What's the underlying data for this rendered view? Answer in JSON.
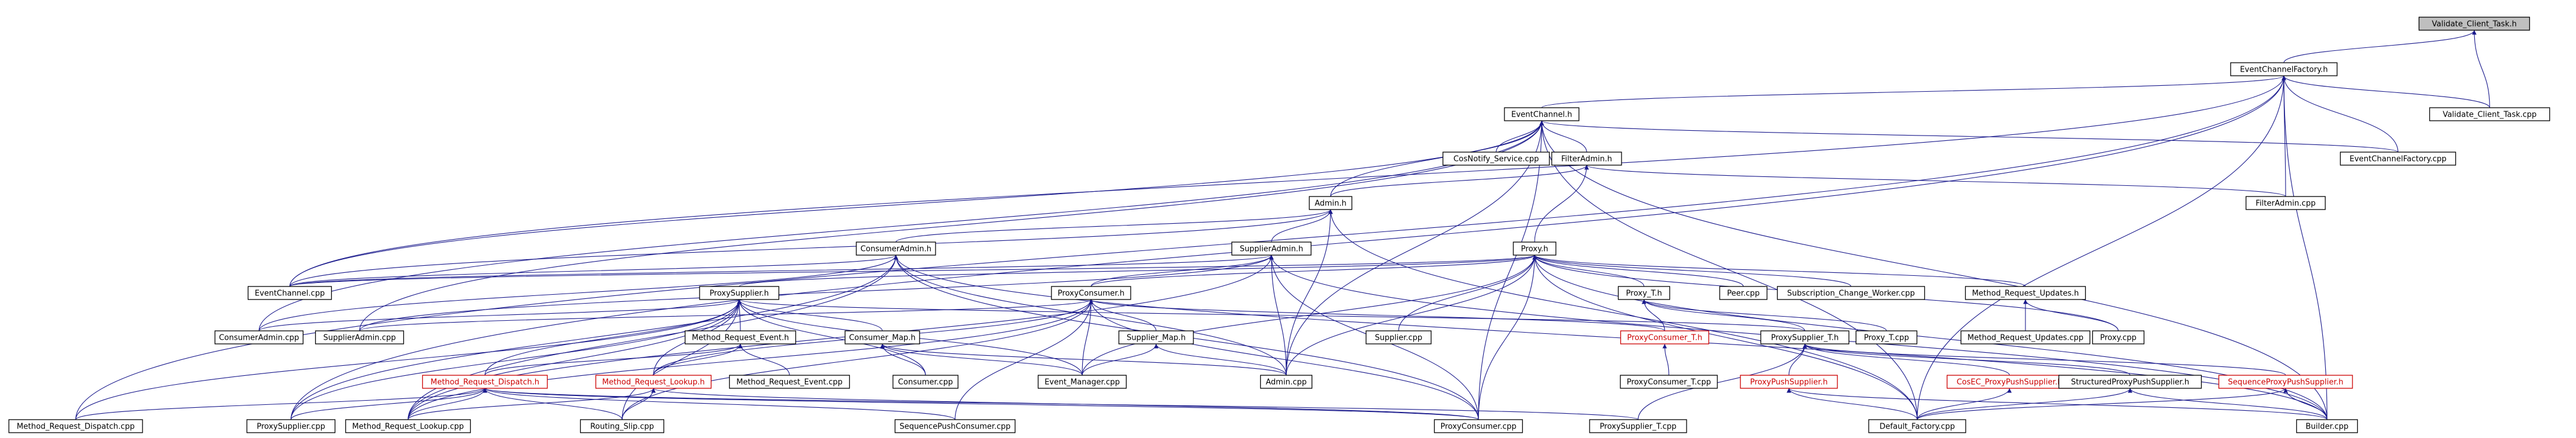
{
  "graph": {
    "nodes": [
      {
        "id": "vct_h",
        "label": "Validate_Client_Task.h",
        "style": "root"
      },
      {
        "id": "ecf_h",
        "label": "EventChannelFactory.h",
        "style": "normal"
      },
      {
        "id": "vct_cpp",
        "label": "Validate_Client_Task.cpp",
        "style": "normal"
      },
      {
        "id": "ec_h",
        "label": "EventChannel.h",
        "style": "normal"
      },
      {
        "id": "ecf_cpp",
        "label": "EventChannelFactory.cpp",
        "style": "normal"
      },
      {
        "id": "cosnotify",
        "label": "CosNotify_Service.cpp",
        "style": "normal"
      },
      {
        "id": "filteradmin_h",
        "label": "FilterAdmin.h",
        "style": "normal"
      },
      {
        "id": "admin_h",
        "label": "Admin.h",
        "style": "normal"
      },
      {
        "id": "filteradmin_cpp",
        "label": "FilterAdmin.cpp",
        "style": "normal"
      },
      {
        "id": "consumeradmin_h",
        "label": "ConsumerAdmin.h",
        "style": "normal"
      },
      {
        "id": "supplieradmin_h",
        "label": "SupplierAdmin.h",
        "style": "normal"
      },
      {
        "id": "proxy_h",
        "label": "Proxy.h",
        "style": "normal"
      },
      {
        "id": "eventchannel_cpp",
        "label": "EventChannel.cpp",
        "style": "normal"
      },
      {
        "id": "proxysupplier_h",
        "label": "ProxySupplier.h",
        "style": "normal"
      },
      {
        "id": "proxyconsumer_h",
        "label": "ProxyConsumer.h",
        "style": "normal"
      },
      {
        "id": "proxy_t_h",
        "label": "Proxy_T.h",
        "style": "normal"
      },
      {
        "id": "peer_cpp",
        "label": "Peer.cpp",
        "style": "normal"
      },
      {
        "id": "subchange",
        "label": "Subscription_Change_Worker.cpp",
        "style": "normal"
      },
      {
        "id": "mru_h",
        "label": "Method_Request_Updates.h",
        "style": "normal"
      },
      {
        "id": "consumeradmin_cpp",
        "label": "ConsumerAdmin.cpp",
        "style": "normal"
      },
      {
        "id": "supplieradmin_cpp",
        "label": "SupplierAdmin.cpp",
        "style": "normal"
      },
      {
        "id": "mre_h",
        "label": "Method_Request_Event.h",
        "style": "normal"
      },
      {
        "id": "consumermap_h",
        "label": "Consumer_Map.h",
        "style": "normal"
      },
      {
        "id": "suppliermap_h",
        "label": "Supplier_Map.h",
        "style": "normal"
      },
      {
        "id": "supplier_cpp",
        "label": "Supplier.cpp",
        "style": "normal"
      },
      {
        "id": "proxyconsumer_t_h",
        "label": "ProxyConsumer_T.h",
        "style": "red"
      },
      {
        "id": "proxysupplier_t_h",
        "label": "ProxySupplier_T.h",
        "style": "normal"
      },
      {
        "id": "proxy_t_cpp",
        "label": "Proxy_T.cpp",
        "style": "normal"
      },
      {
        "id": "mru_cpp",
        "label": "Method_Request_Updates.cpp",
        "style": "normal"
      },
      {
        "id": "proxy_cpp",
        "label": "Proxy.cpp",
        "style": "normal"
      },
      {
        "id": "mrd_h",
        "label": "Method_Request_Dispatch.h",
        "style": "red"
      },
      {
        "id": "mrl_h",
        "label": "Method_Request_Lookup.h",
        "style": "red"
      },
      {
        "id": "mre_cpp",
        "label": "Method_Request_Event.cpp",
        "style": "normal"
      },
      {
        "id": "consumer_cpp",
        "label": "Consumer.cpp",
        "style": "normal"
      },
      {
        "id": "eventmanager_cpp",
        "label": "Event_Manager.cpp",
        "style": "normal"
      },
      {
        "id": "admin_cpp",
        "label": "Admin.cpp",
        "style": "normal"
      },
      {
        "id": "proxyconsumer_t_cpp",
        "label": "ProxyConsumer_T.cpp",
        "style": "normal"
      },
      {
        "id": "proxypushsupplier_h",
        "label": "ProxyPushSupplier.h",
        "style": "red"
      },
      {
        "id": "cosec_h",
        "label": "CosEC_ProxyPushSupplier.h",
        "style": "red"
      },
      {
        "id": "structured_h",
        "label": "StructuredProxyPushSupplier.h",
        "style": "normal"
      },
      {
        "id": "sequence_h",
        "label": "SequenceProxyPushSupplier.h",
        "style": "red"
      },
      {
        "id": "mrd_cpp",
        "label": "Method_Request_Dispatch.cpp",
        "style": "normal"
      },
      {
        "id": "proxysupplier_cpp",
        "label": "ProxySupplier.cpp",
        "style": "normal"
      },
      {
        "id": "mrl_cpp",
        "label": "Method_Request_Lookup.cpp",
        "style": "normal"
      },
      {
        "id": "routingslip_cpp",
        "label": "Routing_Slip.cpp",
        "style": "normal"
      },
      {
        "id": "seqpushconsumer_cpp",
        "label": "SequencePushConsumer.cpp",
        "style": "normal"
      },
      {
        "id": "proxyconsumer_cpp",
        "label": "ProxyConsumer.cpp",
        "style": "normal"
      },
      {
        "id": "proxysupplier_t_cpp",
        "label": "ProxySupplier_T.cpp",
        "style": "normal"
      },
      {
        "id": "defaultfactory_cpp",
        "label": "Default_Factory.cpp",
        "style": "normal"
      },
      {
        "id": "builder_cpp",
        "label": "Builder.cpp",
        "style": "normal"
      }
    ],
    "edges": [
      [
        "vct_h",
        "ecf_h"
      ],
      [
        "vct_h",
        "vct_cpp"
      ],
      [
        "ecf_h",
        "ec_h"
      ],
      [
        "ecf_h",
        "vct_cpp"
      ],
      [
        "ecf_h",
        "ecf_cpp"
      ],
      [
        "ecf_h",
        "filteradmin_cpp"
      ],
      [
        "ecf_h",
        "eventchannel_cpp"
      ],
      [
        "ecf_h",
        "mrd_cpp"
      ],
      [
        "ecf_h",
        "defaultfactory_cpp"
      ],
      [
        "ecf_h",
        "builder_cpp"
      ],
      [
        "ecf_h",
        "proxysupplier_cpp"
      ],
      [
        "ec_h",
        "cosnotify"
      ],
      [
        "ec_h",
        "filteradmin_h"
      ],
      [
        "ec_h",
        "admin_h"
      ],
      [
        "ec_h",
        "ecf_cpp"
      ],
      [
        "ec_h",
        "eventchannel_cpp"
      ],
      [
        "ec_h",
        "consumeradmin_cpp"
      ],
      [
        "ec_h",
        "supplieradmin_cpp"
      ],
      [
        "ec_h",
        "admin_cpp"
      ],
      [
        "ec_h",
        "proxyconsumer_cpp"
      ],
      [
        "ec_h",
        "defaultfactory_cpp"
      ],
      [
        "ec_h",
        "builder_cpp"
      ],
      [
        "filteradmin_h",
        "filteradmin_cpp"
      ],
      [
        "filteradmin_h",
        "proxy_h"
      ],
      [
        "filteradmin_h",
        "admin_h"
      ],
      [
        "admin_h",
        "consumeradmin_h"
      ],
      [
        "admin_h",
        "supplieradmin_h"
      ],
      [
        "admin_h",
        "admin_cpp"
      ],
      [
        "admin_h",
        "eventchannel_cpp"
      ],
      [
        "admin_h",
        "defaultfactory_cpp"
      ],
      [
        "consumeradmin_h",
        "consumeradmin_cpp"
      ],
      [
        "consumeradmin_h",
        "eventchannel_cpp"
      ],
      [
        "consumeradmin_h",
        "proxysupplier_cpp"
      ],
      [
        "consumeradmin_h",
        "mrl_cpp"
      ],
      [
        "consumeradmin_h",
        "admin_cpp"
      ],
      [
        "consumeradmin_h",
        "proxyconsumer_cpp"
      ],
      [
        "consumeradmin_h",
        "builder_cpp"
      ],
      [
        "supplieradmin_h",
        "supplieradmin_cpp"
      ],
      [
        "supplieradmin_h",
        "eventchannel_cpp"
      ],
      [
        "supplieradmin_h",
        "admin_cpp"
      ],
      [
        "supplieradmin_h",
        "proxyconsumer_h"
      ],
      [
        "supplieradmin_h",
        "proxyconsumer_cpp"
      ],
      [
        "supplieradmin_h",
        "builder_cpp"
      ],
      [
        "supplieradmin_h",
        "mrl_cpp"
      ],
      [
        "proxy_h",
        "proxysupplier_h"
      ],
      [
        "proxy_h",
        "proxyconsumer_h"
      ],
      [
        "proxy_h",
        "proxy_t_h"
      ],
      [
        "proxy_h",
        "peer_cpp"
      ],
      [
        "proxy_h",
        "subchange"
      ],
      [
        "proxy_h",
        "mru_h"
      ],
      [
        "proxy_h",
        "proxy_cpp"
      ],
      [
        "proxy_h",
        "supplier_cpp"
      ],
      [
        "proxy_h",
        "admin_cpp"
      ],
      [
        "proxy_h",
        "eventchannel_cpp"
      ],
      [
        "proxy_h",
        "proxyconsumer_cpp"
      ],
      [
        "proxy_h",
        "defaultfactory_cpp"
      ],
      [
        "proxy_h",
        "builder_cpp"
      ],
      [
        "proxy_h",
        "eventmanager_cpp"
      ],
      [
        "proxysupplier_h",
        "consumeradmin_cpp"
      ],
      [
        "proxysupplier_h",
        "mre_h"
      ],
      [
        "proxysupplier_h",
        "consumermap_h"
      ],
      [
        "proxysupplier_h",
        "mrd_h"
      ],
      [
        "proxysupplier_h",
        "mrl_h"
      ],
      [
        "proxysupplier_h",
        "proxysupplier_t_h"
      ],
      [
        "proxysupplier_h",
        "proxysupplier_cpp"
      ],
      [
        "proxysupplier_h",
        "routingslip_cpp"
      ],
      [
        "proxysupplier_h",
        "consumer_cpp"
      ],
      [
        "proxysupplier_h",
        "eventmanager_cpp"
      ],
      [
        "proxysupplier_h",
        "mrd_cpp"
      ],
      [
        "proxysupplier_h",
        "mrl_cpp"
      ],
      [
        "proxyconsumer_h",
        "supplieradmin_cpp"
      ],
      [
        "proxyconsumer_h",
        "suppliermap_h"
      ],
      [
        "proxyconsumer_h",
        "proxyconsumer_t_h"
      ],
      [
        "proxyconsumer_h",
        "proxyconsumer_cpp"
      ],
      [
        "proxyconsumer_h",
        "mrl_h"
      ],
      [
        "proxyconsumer_h",
        "eventmanager_cpp"
      ],
      [
        "proxyconsumer_h",
        "routingslip_cpp"
      ],
      [
        "proxyconsumer_h",
        "seqpushconsumer_cpp"
      ],
      [
        "proxyconsumer_h",
        "mrl_cpp"
      ],
      [
        "proxy_t_h",
        "proxyconsumer_t_h"
      ],
      [
        "proxy_t_h",
        "proxysupplier_t_h"
      ],
      [
        "proxy_t_h",
        "proxy_t_cpp"
      ],
      [
        "mru_h",
        "mru_cpp"
      ],
      [
        "mru_h",
        "proxy_cpp"
      ],
      [
        "mre_h",
        "mrd_h"
      ],
      [
        "mre_h",
        "mrl_h"
      ],
      [
        "mre_h",
        "mre_cpp"
      ],
      [
        "consumermap_h",
        "consumer_cpp"
      ],
      [
        "consumermap_h",
        "eventmanager_cpp"
      ],
      [
        "consumermap_h",
        "admin_cpp"
      ],
      [
        "suppliermap_h",
        "eventmanager_cpp"
      ],
      [
        "suppliermap_h",
        "admin_cpp"
      ],
      [
        "proxyconsumer_t_h",
        "proxyconsumer_t_cpp"
      ],
      [
        "proxysupplier_t_h",
        "proxypushsupplier_h"
      ],
      [
        "proxysupplier_t_h",
        "cosec_h"
      ],
      [
        "proxysupplier_t_h",
        "structured_h"
      ],
      [
        "proxysupplier_t_h",
        "sequence_h"
      ],
      [
        "proxysupplier_t_h",
        "proxysupplier_t_cpp"
      ],
      [
        "proxypushsupplier_h",
        "defaultfactory_cpp"
      ],
      [
        "proxypushsupplier_h",
        "builder_cpp"
      ],
      [
        "cosec_h",
        "defaultfactory_cpp"
      ],
      [
        "structured_h",
        "defaultfactory_cpp"
      ],
      [
        "structured_h",
        "builder_cpp"
      ],
      [
        "sequence_h",
        "defaultfactory_cpp"
      ],
      [
        "sequence_h",
        "builder_cpp"
      ],
      [
        "mrd_h",
        "mrd_cpp"
      ],
      [
        "mrd_h",
        "proxysupplier_cpp"
      ],
      [
        "mrd_h",
        "mrl_cpp"
      ],
      [
        "mrd_h",
        "routingslip_cpp"
      ],
      [
        "mrd_h",
        "seqpushconsumer_cpp"
      ],
      [
        "mrd_h",
        "proxyconsumer_cpp"
      ],
      [
        "mrd_h",
        "proxysupplier_t_cpp"
      ],
      [
        "mrl_h",
        "mrl_cpp"
      ],
      [
        "mrl_h",
        "routingslip_cpp"
      ],
      [
        "mrl_h",
        "proxyconsumer_cpp"
      ]
    ]
  }
}
